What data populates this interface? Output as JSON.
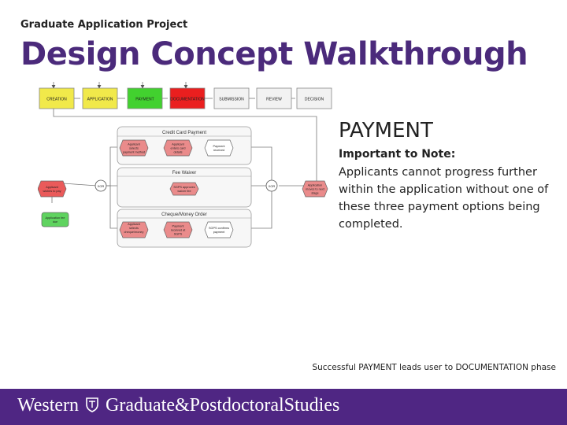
{
  "header": {
    "eyebrow": "Graduate Application Project",
    "title": "Design Concept Walkthrough"
  },
  "diagram": {
    "stages": [
      {
        "label": "CREATION",
        "color": "#f1e94a"
      },
      {
        "label": "APPLICATION",
        "color": "#f1e94a"
      },
      {
        "label": "PAYMENT",
        "color": "#42d12f"
      },
      {
        "label": "DOCUMENTATION",
        "color": "#ea1f1f"
      },
      {
        "label": "SUBMISSION",
        "color": "#f2f2f2"
      },
      {
        "label": "REVIEW",
        "color": "#f2f2f2"
      },
      {
        "label": "DECISION",
        "color": "#f2f2f2"
      }
    ],
    "panels": [
      {
        "title": "Credit Card Payment",
        "nodes": [
          "Applicant selects payment method",
          "Applicant enters card details",
          "Payment received"
        ]
      },
      {
        "title": "Fee Waiver",
        "nodes": [
          "SGPS approves waiver fee"
        ]
      },
      {
        "title": "Cheque/Money Order",
        "nodes": [
          "Applicant selects cheque/money order",
          "Payment received at SGPS",
          "SGPS confirms payment"
        ]
      }
    ],
    "left_event": "Applicant wishes to pay",
    "left_state": "Application fee due",
    "right_event": "Application moves to next stage",
    "gateway_label": "XOR"
  },
  "content": {
    "heading": "PAYMENT",
    "note_title": "Important to Note:",
    "note_body": "Applicants cannot progress further within the application without one of these three payment options being completed.",
    "footnote": "Successful PAYMENT leads user to DOCUMENTATION phase"
  },
  "footer": {
    "left": "Western",
    "right": "Graduate&PostdoctoralStudies",
    "bg_color": "#4f2683"
  }
}
